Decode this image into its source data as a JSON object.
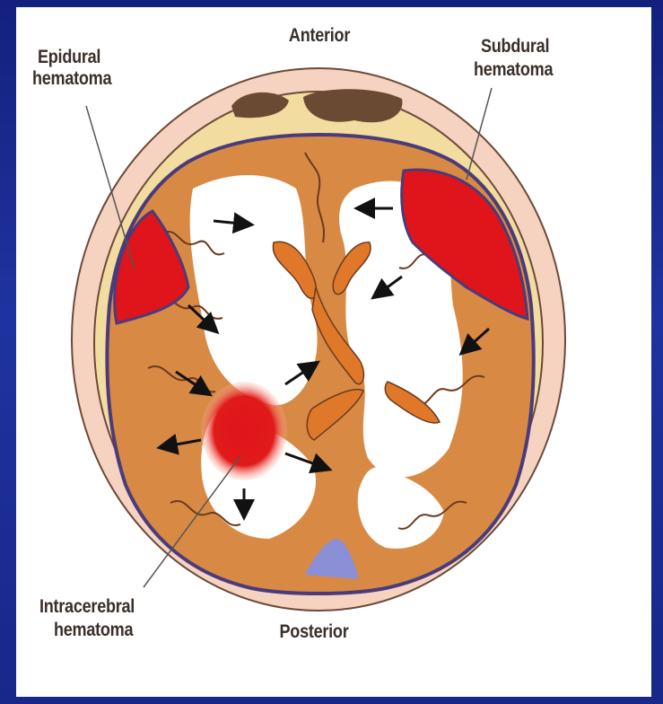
{
  "labels": {
    "anterior": "Anterior",
    "posterior": "Posterior",
    "epidural_line1": "Epidural",
    "epidural_line2": "hematoma",
    "subdural_line1": "Subdural",
    "subdural_line2": "hematoma",
    "intracerebral_line1": "Intracerebral",
    "intracerebral_line2": "hematoma"
  },
  "colors": {
    "background": "#1c2b8f",
    "scalp": "#f6d2c0",
    "skull": "#f2dca0",
    "brain": "#d88a45",
    "hematoma": "#e0141b",
    "ventricle": "#e0782a",
    "vessel": "#4a3c7a",
    "csf": "#8b8fd6"
  }
}
